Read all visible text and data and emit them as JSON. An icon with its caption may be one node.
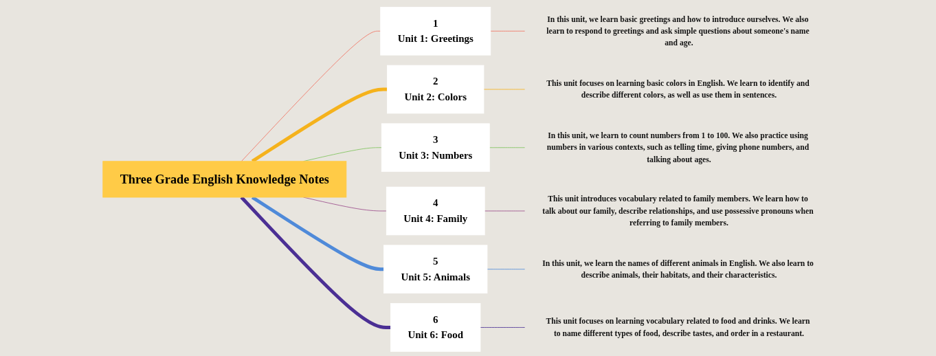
{
  "diagram": {
    "nodes": [
      {
        "text": [
          "Three Grade English Knowledge Notes"
        ]
      },
      {
        "text": [
          "1",
          "Unit 1: Greetings"
        ]
      },
      {
        "text": [
          "2",
          "Unit 2: Colors"
        ]
      },
      {
        "text": [
          "3",
          "Unit 3: Numbers"
        ]
      },
      {
        "text": [
          "4",
          "Unit 4: Family"
        ]
      },
      {
        "text": [
          "5",
          "Unit 5: Animals"
        ]
      },
      {
        "text": [
          "6",
          "Unit 6: Food"
        ]
      },
      {
        "text": [
          "In this unit, we learn basic greetings and how to introduce ourselves. We also learn to respond to greetings and ask simple questions about someone's name and age."
        ]
      },
      {
        "text": [
          "This unit focuses on learning basic colors in English. We learn to identify and describe different colors, as well as use them in sentences."
        ]
      },
      {
        "text": [
          "In this unit, we learn to count numbers from 1 to 100. We also practice using numbers in various contexts, such as telling time, giving phone numbers, and talking about ages."
        ]
      },
      {
        "text": [
          "This unit introduces vocabulary related to family members. We learn how to talk about our family, describe relationships, and use possessive pronouns when referring to family members."
        ]
      },
      {
        "text": [
          "In this unit, we learn the names of different animals in English. We also learn to describe animals, their habitats, and their characteristics."
        ]
      },
      {
        "text": [
          "This unit focuses on learning vocabulary related to food and drinks. We learn to name different types of food, describe tastes, and order in a restaurant."
        ]
      }
    ],
    "edges": [
      {
        "from": 0,
        "to": 1,
        "arrow": "none",
        "color": "#f07060"
      },
      {
        "from": 0,
        "to": 2,
        "arrow": "none",
        "style": "thick",
        "color": "#f5b21c"
      },
      {
        "from": 0,
        "to": 3,
        "arrow": "none",
        "color": "#7cc35a"
      },
      {
        "from": 0,
        "to": 4,
        "arrow": "none",
        "color": "#9a4a8a"
      },
      {
        "from": 0,
        "to": 5,
        "arrow": "none",
        "style": "thick",
        "color": "#4f8ad9"
      },
      {
        "from": 0,
        "to": 6,
        "arrow": "none",
        "style": "thick",
        "color": "#4b2f94"
      },
      {
        "from": 1,
        "to": 7,
        "arrow": "none",
        "color": "#f07060"
      },
      {
        "from": 2,
        "to": 8,
        "arrow": "none",
        "color": "#f5b21c"
      },
      {
        "from": 3,
        "to": 9,
        "arrow": "none",
        "color": "#7cc35a"
      },
      {
        "from": 4,
        "to": 10,
        "arrow": "none",
        "color": "#9a4a8a"
      },
      {
        "from": 5,
        "to": 11,
        "arrow": "none",
        "color": "#4f8ad9"
      },
      {
        "from": 6,
        "to": 12,
        "arrow": "none",
        "color": "#4b2f94"
      }
    ]
  }
}
